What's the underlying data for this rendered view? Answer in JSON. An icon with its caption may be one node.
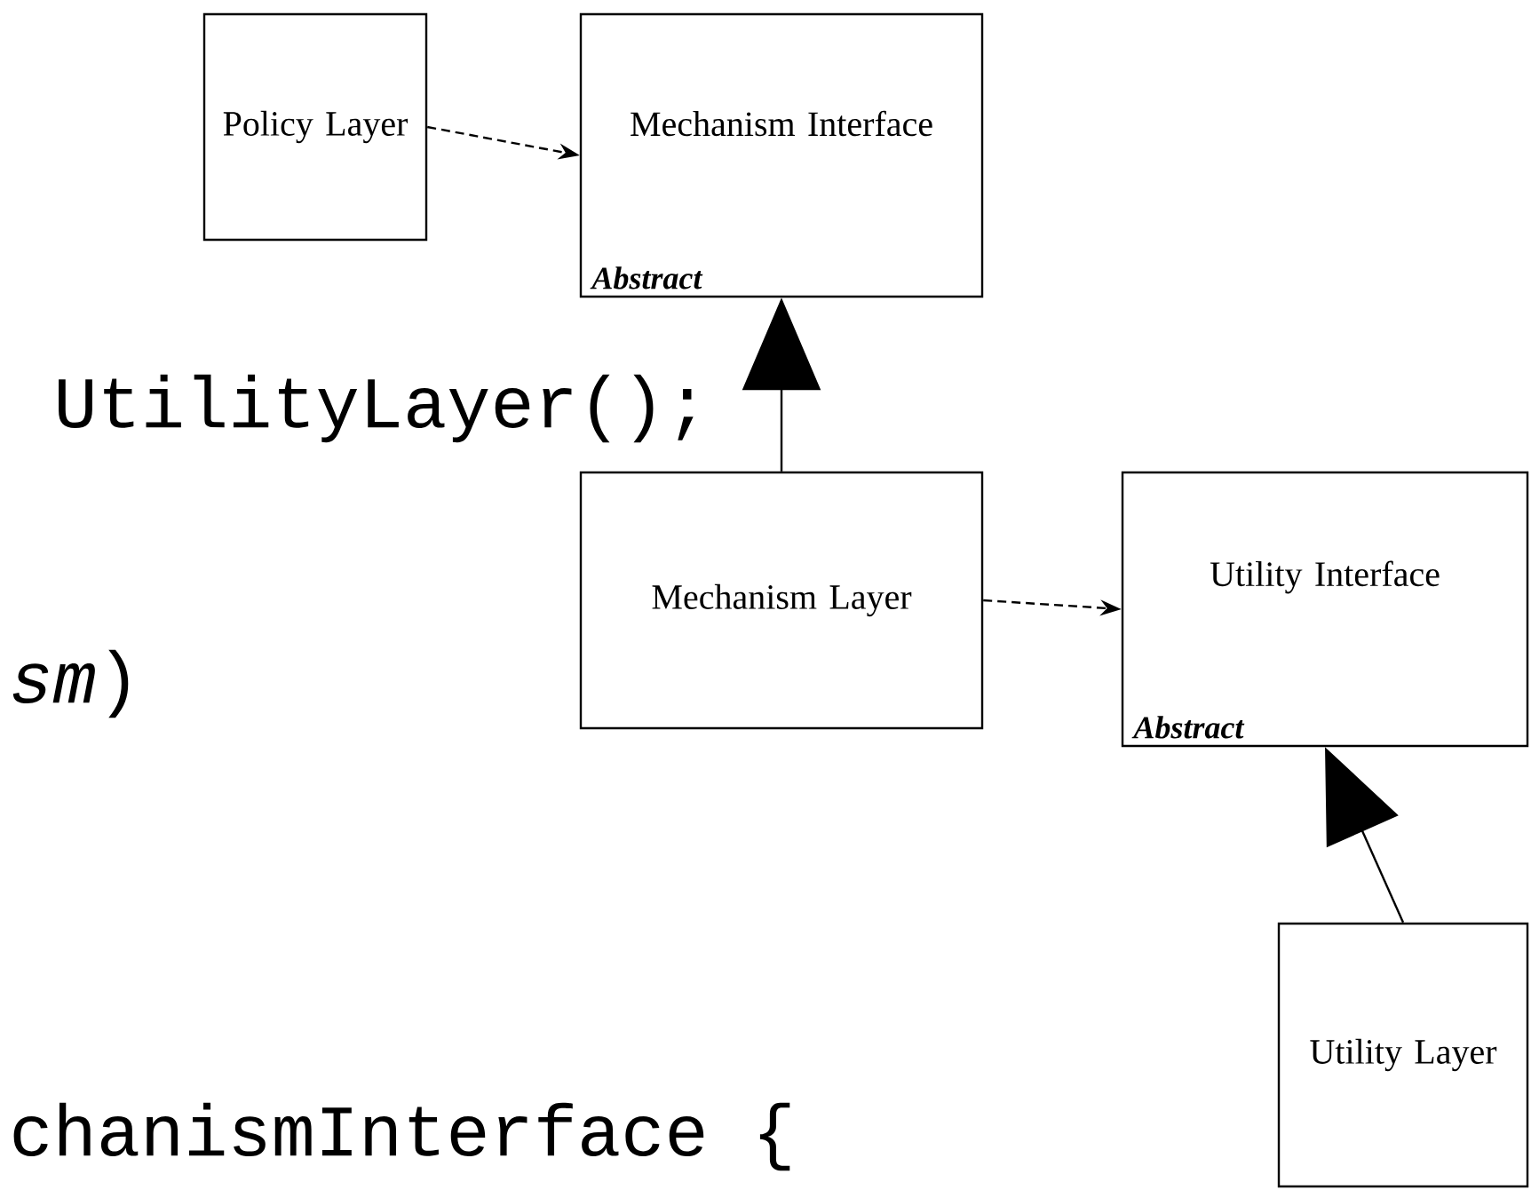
{
  "diagram": {
    "nodes": [
      {
        "text": [
          "Policy Layer"
        ]
      },
      {
        "text": [
          "Mechanism Interface",
          "Abstract"
        ]
      },
      {
        "text": [
          "Mechanism Layer"
        ]
      },
      {
        "text": [
          "Utility Interface",
          "Abstract"
        ]
      },
      {
        "text": [
          "Utility Layer"
        ]
      }
    ],
    "edges": [
      {
        "from": 0,
        "to": 1,
        "arrow": "to",
        "style": "dashed"
      },
      {
        "from": 2,
        "to": 1,
        "arrow": "to"
      },
      {
        "from": 2,
        "to": 3,
        "arrow": "to",
        "style": "dashed"
      },
      {
        "from": 4,
        "to": 3,
        "arrow": "to"
      }
    ],
    "labels": [
      "UtilityLayer();",
      "*sm*)",
      "chanismInterface {"
    ]
  }
}
